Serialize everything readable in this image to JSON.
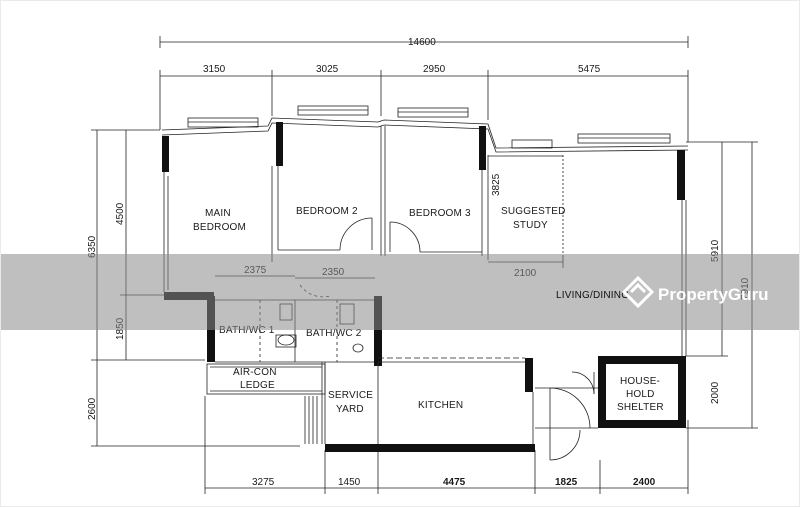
{
  "dimensions": {
    "overall_width": "14600",
    "top": [
      "3150",
      "3025",
      "2950",
      "5475"
    ],
    "bottom": [
      "3275",
      "1450",
      "4475",
      "1825",
      "2400"
    ],
    "left": [
      "6350",
      "4500",
      "1850",
      "2600"
    ],
    "right": [
      "5910",
      "7910",
      "2000"
    ],
    "interior": {
      "bath1_width": "2375",
      "bath2_width": "2350",
      "study_height": "3825",
      "study_width": "2100"
    }
  },
  "rooms": {
    "main_bedroom": [
      "MAIN",
      "BEDROOM"
    ],
    "bedroom_2": "BEDROOM 2",
    "bedroom_3": "BEDROOM 3",
    "study": [
      "SUGGESTED",
      "STUDY"
    ],
    "living_dining": "LIVING/DINING",
    "bath_wc_1": "BATH/WC 1",
    "bath_wc_2": "BATH/WC 2",
    "aircon_ledge": [
      "AIR-CON",
      "LEDGE"
    ],
    "service_yard": [
      "SERVICE",
      "YARD"
    ],
    "kitchen": "KITCHEN",
    "household_shelter": [
      "HOUSE-",
      "HOLD",
      "SHELTER"
    ]
  },
  "watermark": {
    "brand": "PropertyGuru",
    "overlay_color": "#8a8a8a",
    "icon": "propertyguru-logo-icon"
  }
}
